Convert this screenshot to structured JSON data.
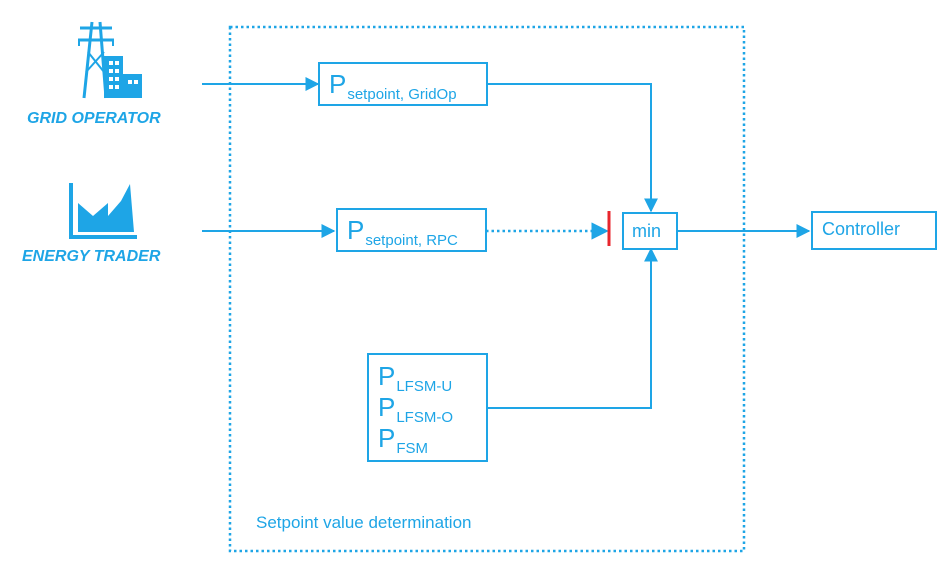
{
  "colors": {
    "accent": "#1ea5e6",
    "block_marker": "#e8262d",
    "background": "#ffffff"
  },
  "actors": {
    "grid_operator": {
      "label": "GRID OPERATOR",
      "icon": "power-pylon-building-icon"
    },
    "energy_trader": {
      "label": "ENERGY TRADER",
      "icon": "industry-chart-icon"
    }
  },
  "frame": {
    "label": "Setpoint value determination",
    "style": "dotted"
  },
  "blocks": {
    "gridop": {
      "symbol": "P",
      "subscript": "setpoint, GridOp"
    },
    "rpc": {
      "symbol": "P",
      "subscript": "setpoint, RPC"
    },
    "freq": {
      "lines": [
        {
          "symbol": "P",
          "subscript": "LFSM-U"
        },
        {
          "symbol": "P",
          "subscript": "LFSM-O"
        },
        {
          "symbol": "P",
          "subscript": "FSM"
        }
      ]
    },
    "min": {
      "label": "min"
    },
    "controller": {
      "label": "Controller"
    }
  },
  "connections": [
    {
      "from": "grid_operator",
      "to": "gridop",
      "style": "solid"
    },
    {
      "from": "energy_trader",
      "to": "rpc",
      "style": "solid"
    },
    {
      "from": "rpc",
      "to": "min",
      "style": "dotted",
      "blocked": true
    },
    {
      "from": "gridop",
      "to": "min",
      "style": "solid"
    },
    {
      "from": "freq",
      "to": "min",
      "style": "solid"
    },
    {
      "from": "min",
      "to": "controller",
      "style": "solid"
    }
  ]
}
